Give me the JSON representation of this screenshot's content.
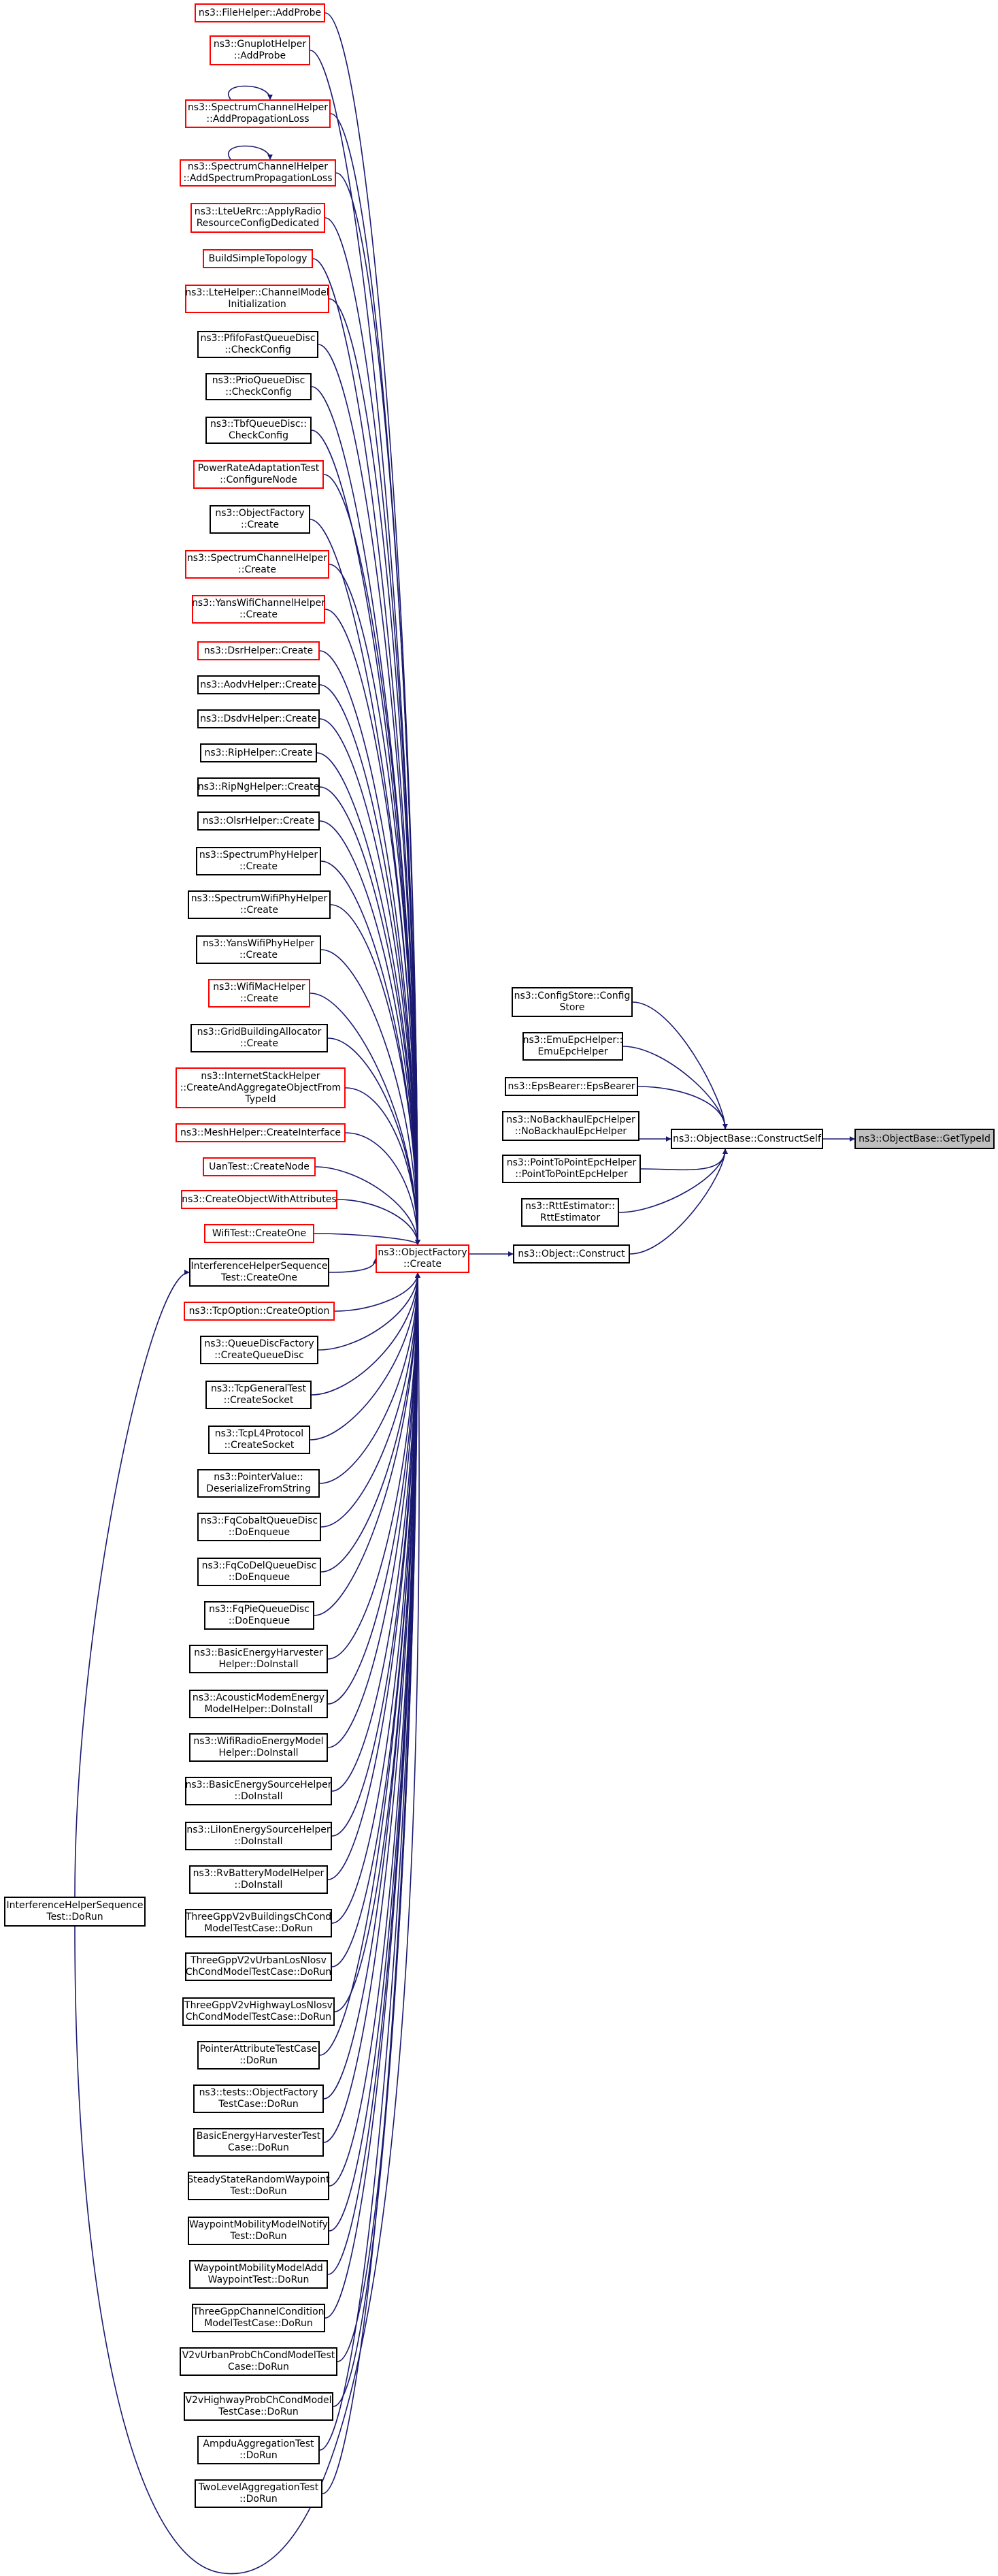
{
  "diagram": {
    "type": "call-graph",
    "edge_color": "#191970",
    "root": {
      "id": "root",
      "label": "ns3::ObjectBase::GetTypeId",
      "fill": "#bfbfbf"
    },
    "nodes": [
      {
        "id": "n_fh",
        "label": "ns3::FileHelper::AddProbe",
        "border": "red"
      },
      {
        "id": "n_gh",
        "label": "ns3::GnuplotHelper\n::AddProbe",
        "border": "red"
      },
      {
        "id": "n_scapl",
        "label": "ns3::SpectrumChannelHelper\n::AddPropagationLoss",
        "border": "red"
      },
      {
        "id": "n_scaspl",
        "label": "ns3::SpectrumChannelHelper\n::AddSpectrumPropagationLoss",
        "border": "red"
      },
      {
        "id": "n_lte_rrc",
        "label": "ns3::LteUeRrc::ApplyRadio\nResourceConfigDedicated",
        "border": "red"
      },
      {
        "id": "n_bst",
        "label": "BuildSimpleTopology",
        "border": "red"
      },
      {
        "id": "n_lte_cmi",
        "label": "ns3::LteHelper::ChannelModel\nInitialization",
        "border": "red"
      },
      {
        "id": "n_pfifo",
        "label": "ns3::PfifoFastQueueDisc\n::CheckConfig",
        "border": "black"
      },
      {
        "id": "n_prio",
        "label": "ns3::PrioQueueDisc\n::CheckConfig",
        "border": "black"
      },
      {
        "id": "n_tbf",
        "label": "ns3::TbfQueueDisc::\nCheckConfig",
        "border": "black"
      },
      {
        "id": "n_prat",
        "label": "PowerRateAdaptationTest\n::ConfigureNode",
        "border": "red"
      },
      {
        "id": "n_of",
        "label": "ns3::ObjectFactory\n::Create",
        "border": "black"
      },
      {
        "id": "n_sch",
        "label": "ns3::SpectrumChannelHelper\n::Create",
        "border": "red"
      },
      {
        "id": "n_ywch",
        "label": "ns3::YansWifiChannelHelper\n::Create",
        "border": "red"
      },
      {
        "id": "n_dsr",
        "label": "ns3::DsrHelper::Create",
        "border": "red"
      },
      {
        "id": "n_aodv",
        "label": "ns3::AodvHelper::Create",
        "border": "black"
      },
      {
        "id": "n_dsdv",
        "label": "ns3::DsdvHelper::Create",
        "border": "black"
      },
      {
        "id": "n_rip",
        "label": "ns3::RipHelper::Create",
        "border": "black"
      },
      {
        "id": "n_ripng",
        "label": "ns3::RipNgHelper::Create",
        "border": "black"
      },
      {
        "id": "n_olsr",
        "label": "ns3::OlsrHelper::Create",
        "border": "black"
      },
      {
        "id": "n_sph",
        "label": "ns3::SpectrumPhyHelper\n::Create",
        "border": "black"
      },
      {
        "id": "n_swph",
        "label": "ns3::SpectrumWifiPhyHelper\n::Create",
        "border": "black"
      },
      {
        "id": "n_ywph",
        "label": "ns3::YansWifiPhyHelper\n::Create",
        "border": "black"
      },
      {
        "id": "n_wmh",
        "label": "ns3::WifiMacHelper\n::Create",
        "border": "red"
      },
      {
        "id": "n_gba",
        "label": "ns3::GridBuildingAllocator\n::Create",
        "border": "black"
      },
      {
        "id": "n_ish",
        "label": "ns3::InternetStackHelper\n::CreateAndAggregateObjectFrom\nTypeId",
        "border": "red"
      },
      {
        "id": "n_mesh",
        "label": "ns3::MeshHelper::CreateInterface",
        "border": "red"
      },
      {
        "id": "n_uan",
        "label": "UanTest::CreateNode",
        "border": "red"
      },
      {
        "id": "n_cowa",
        "label": "ns3::CreateObjectWithAttributes",
        "border": "red"
      },
      {
        "id": "n_wifit",
        "label": "WifiTest::CreateOne",
        "border": "red"
      },
      {
        "id": "n_ihs_co",
        "label": "InterferenceHelperSequence\nTest::CreateOne",
        "border": "black"
      },
      {
        "id": "n_tcpopt",
        "label": "ns3::TcpOption::CreateOption",
        "border": "red"
      },
      {
        "id": "n_qdf",
        "label": "ns3::QueueDiscFactory\n::CreateQueueDisc",
        "border": "black"
      },
      {
        "id": "n_tcpgt",
        "label": "ns3::TcpGeneralTest\n::CreateSocket",
        "border": "black"
      },
      {
        "id": "n_tcpl4",
        "label": "ns3::TcpL4Protocol\n::CreateSocket",
        "border": "black"
      },
      {
        "id": "n_ptrval",
        "label": "ns3::PointerValue::\nDeserializeFromString",
        "border": "black"
      },
      {
        "id": "n_fqcob",
        "label": "ns3::FqCobaltQueueDisc\n::DoEnqueue",
        "border": "black"
      },
      {
        "id": "n_fqcod",
        "label": "ns3::FqCoDelQueueDisc\n::DoEnqueue",
        "border": "black"
      },
      {
        "id": "n_fqpie",
        "label": "ns3::FqPieQueueDisc\n::DoEnqueue",
        "border": "black"
      },
      {
        "id": "n_beh",
        "label": "ns3::BasicEnergyHarvester\nHelper::DoInstall",
        "border": "black"
      },
      {
        "id": "n_amem",
        "label": "ns3::AcousticModemEnergy\nModelHelper::DoInstall",
        "border": "black"
      },
      {
        "id": "n_wrem",
        "label": "ns3::WifiRadioEnergyModel\nHelper::DoInstall",
        "border": "black"
      },
      {
        "id": "n_besh",
        "label": "ns3::BasicEnergySourceHelper\n::DoInstall",
        "border": "black"
      },
      {
        "id": "n_liion",
        "label": "ns3::LiIonEnergySourceHelper\n::DoInstall",
        "border": "black"
      },
      {
        "id": "n_rvb",
        "label": "ns3::RvBatteryModelHelper\n::DoInstall",
        "border": "black"
      },
      {
        "id": "n_t1",
        "label": "ThreeGppV2vBuildingsChCond\nModelTestCase::DoRun",
        "border": "black"
      },
      {
        "id": "n_t2",
        "label": "ThreeGppV2vUrbanLosNlosv\nChCondModelTestCase::DoRun",
        "border": "black"
      },
      {
        "id": "n_t3",
        "label": "ThreeGppV2vHighwayLosNlosv\nChCondModelTestCase::DoRun",
        "border": "black"
      },
      {
        "id": "n_t4",
        "label": "PointerAttributeTestCase\n::DoRun",
        "border": "black"
      },
      {
        "id": "n_t5",
        "label": "ns3::tests::ObjectFactory\nTestCase::DoRun",
        "border": "black"
      },
      {
        "id": "n_t6",
        "label": "BasicEnergyHarvesterTest\nCase::DoRun",
        "border": "black"
      },
      {
        "id": "n_t7",
        "label": "SteadyStateRandomWaypoint\nTest::DoRun",
        "border": "black"
      },
      {
        "id": "n_t8",
        "label": "WaypointMobilityModelNotify\nTest::DoRun",
        "border": "black"
      },
      {
        "id": "n_t9",
        "label": "WaypointMobilityModelAdd\nWaypointTest::DoRun",
        "border": "black"
      },
      {
        "id": "n_t10",
        "label": "ThreeGppChannelCondition\nModelTestCase::DoRun",
        "border": "black"
      },
      {
        "id": "n_t11",
        "label": "V2vUrbanProbChCondModelTest\nCase::DoRun",
        "border": "black"
      },
      {
        "id": "n_t12",
        "label": "V2vHighwayProbChCondModel\nTestCase::DoRun",
        "border": "black"
      },
      {
        "id": "n_t13",
        "label": "AmpduAggregationTest\n::DoRun",
        "border": "black"
      },
      {
        "id": "n_t14",
        "label": "TwoLevelAggregationTest\n::DoRun",
        "border": "black"
      },
      {
        "id": "n_ihs_dr",
        "label": "InterferenceHelperSequence\nTest::DoRun",
        "border": "black"
      },
      {
        "id": "n_ofc",
        "label": "ns3::ObjectFactory\n::Create",
        "border": "red"
      },
      {
        "id": "n_cfg",
        "label": "ns3::ConfigStore::Config\nStore",
        "border": "black"
      },
      {
        "id": "n_emu",
        "label": "ns3::EmuEpcHelper::\nEmuEpcHelper",
        "border": "black"
      },
      {
        "id": "n_eps",
        "label": "ns3::EpsBearer::EpsBearer",
        "border": "black"
      },
      {
        "id": "n_nbh",
        "label": "ns3::NoBackhaulEpcHelper\n::NoBackhaulEpcHelper",
        "border": "black"
      },
      {
        "id": "n_p2p",
        "label": "ns3::PointToPointEpcHelper\n::PointToPointEpcHelper",
        "border": "black"
      },
      {
        "id": "n_rtt",
        "label": "ns3::RttEstimator::\nRttEstimator",
        "border": "black"
      },
      {
        "id": "n_oc",
        "label": "ns3::Object::Construct",
        "border": "black"
      },
      {
        "id": "n_cs",
        "label": "ns3::ObjectBase::ConstructSelf",
        "border": "black"
      }
    ]
  }
}
